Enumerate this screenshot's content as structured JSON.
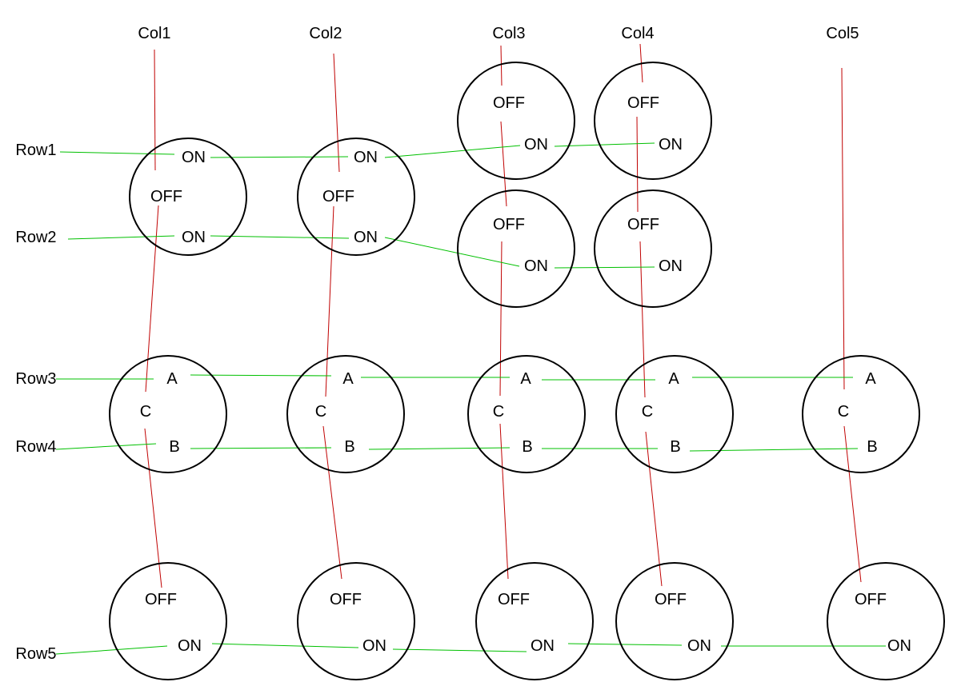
{
  "colors": {
    "column_wire": "#c00000",
    "row_wire": "#00c000",
    "switch": "#000000",
    "text": "#000000"
  },
  "columns": [
    "Col1",
    "Col2",
    "Col3",
    "Col4",
    "Col5"
  ],
  "rows": [
    "Row1",
    "Row2",
    "Row3",
    "Row4",
    "Row5"
  ],
  "switches": [
    {
      "name": "switch-col1-row1-row2",
      "labels": [
        "ON",
        "OFF",
        "ON"
      ]
    },
    {
      "name": "switch-col2-row1-row2",
      "labels": [
        "ON",
        "OFF",
        "ON"
      ]
    },
    {
      "name": "switch-col3-row1",
      "labels": [
        "OFF",
        "ON"
      ]
    },
    {
      "name": "switch-col4-row1",
      "labels": [
        "OFF",
        "ON"
      ]
    },
    {
      "name": "switch-col3-row2",
      "labels": [
        "OFF",
        "ON"
      ]
    },
    {
      "name": "switch-col4-row2",
      "labels": [
        "OFF",
        "ON"
      ]
    },
    {
      "name": "switch-col1-row3-row4",
      "labels": [
        "A",
        "C",
        "B"
      ]
    },
    {
      "name": "switch-col2-row3-row4",
      "labels": [
        "A",
        "C",
        "B"
      ]
    },
    {
      "name": "switch-col3-row3-row4",
      "labels": [
        "A",
        "C",
        "B"
      ]
    },
    {
      "name": "switch-col4-row3-row4",
      "labels": [
        "A",
        "C",
        "B"
      ]
    },
    {
      "name": "switch-col5-row3-row4",
      "labels": [
        "A",
        "C",
        "B"
      ]
    },
    {
      "name": "switch-col1-row5",
      "labels": [
        "OFF",
        "ON"
      ]
    },
    {
      "name": "switch-col2-row5",
      "labels": [
        "OFF",
        "ON"
      ]
    },
    {
      "name": "switch-col3-row5",
      "labels": [
        "OFF",
        "ON"
      ]
    },
    {
      "name": "switch-col4-row5",
      "labels": [
        "OFF",
        "ON"
      ]
    },
    {
      "name": "switch-col5-row5",
      "labels": [
        "OFF",
        "ON"
      ]
    }
  ]
}
